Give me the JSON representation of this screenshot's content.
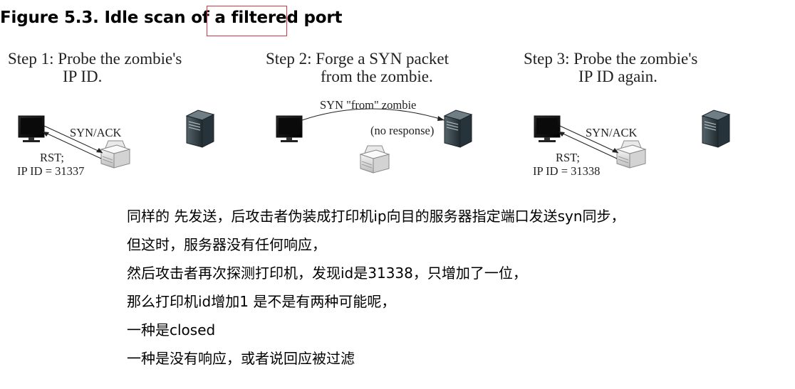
{
  "figure": {
    "title": "Figure 5.3. Idle scan of a filtered port"
  },
  "steps": [
    {
      "title_line1": "Step 1: Probe the zombie's",
      "title_line2": "IP ID.",
      "arrow_label": "SYN/ACK",
      "reply_line1": "RST;",
      "reply_line2": "IP ID = 31337"
    },
    {
      "title_line1": "Step 2: Forge a SYN packet",
      "title_line2": "from the zombie.",
      "arrow_label": "SYN \"from\" zombie",
      "note": "(no response)"
    },
    {
      "title_line1": "Step 3: Probe the zombie's",
      "title_line2": "IP ID again.",
      "arrow_label": "SYN/ACK",
      "reply_line1": "RST;",
      "reply_line2": "IP ID = 31338"
    }
  ],
  "icons": {
    "attacker": "computer-monitor-icon",
    "zombie": "printer-icon",
    "target": "server-tower-icon"
  },
  "notes": [
    "同样的 先发送，后攻击者伪装成打印机ip向目的服务器指定端口发送syn同步，",
    "但这时，服务器没有任何响应，",
    "然后攻击者再次探测打印机，发现id是31338，只增加了一位，",
    "那么打印机id增加1 是不是有两种可能呢，",
    "一种是closed",
    "一种是没有响应，或者说回应被过滤"
  ],
  "colors": {
    "highlight_border": "#d9363e"
  }
}
